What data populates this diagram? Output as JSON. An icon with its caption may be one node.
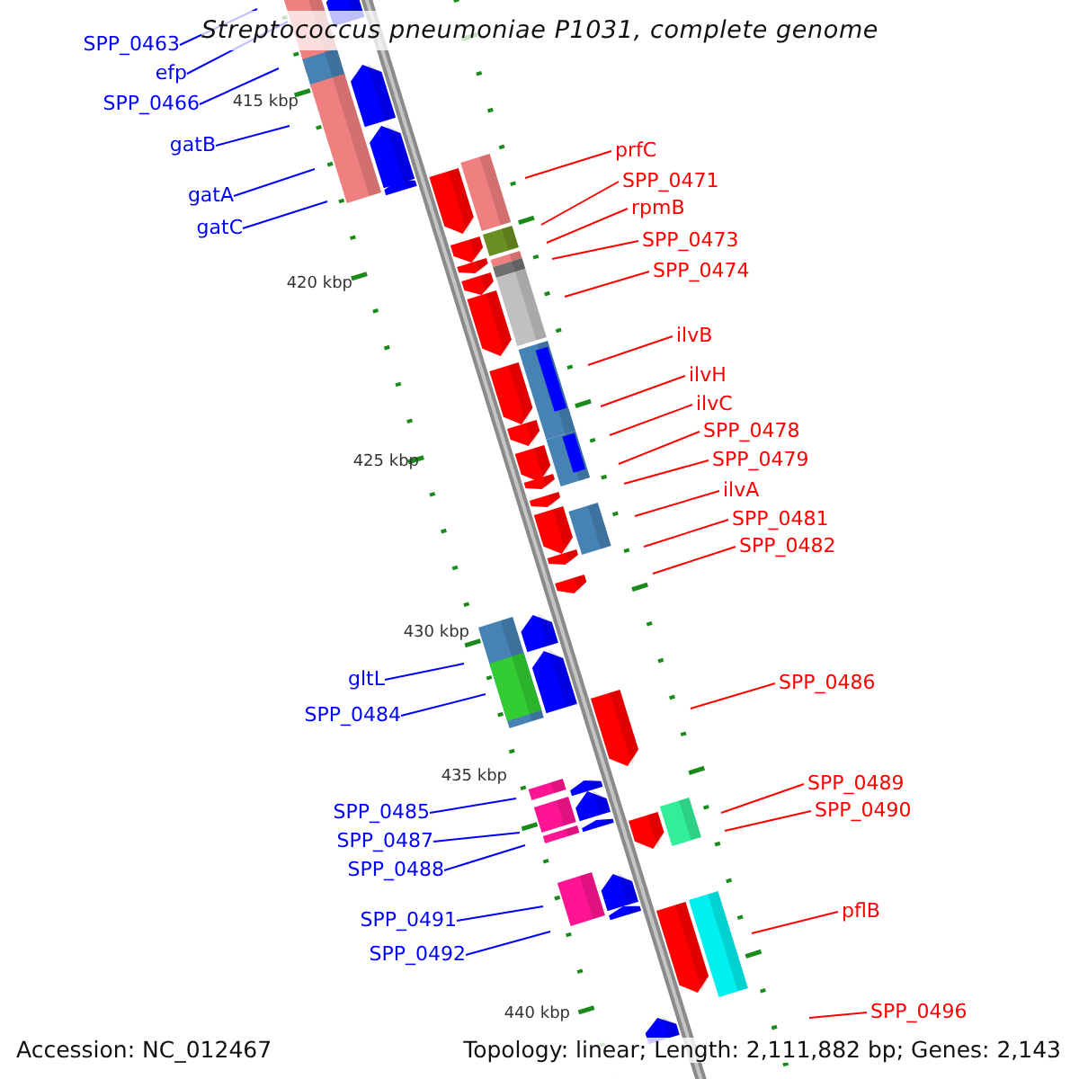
{
  "diagram": {
    "title": "Streptococcus pneumoniae P1031, complete genome",
    "nodes": [
      {
        "text": [
          "SPP_0463"
        ]
      },
      {
        "text": [
          "efp"
        ]
      },
      {
        "text": [
          "SPP_0466"
        ]
      },
      {
        "text": [
          "gatB"
        ]
      },
      {
        "text": [
          "gatA"
        ]
      },
      {
        "text": [
          "gatC"
        ]
      },
      {
        "text": [
          "gltL"
        ]
      },
      {
        "text": [
          "SPP_0484"
        ]
      },
      {
        "text": [
          "SPP_0485"
        ]
      },
      {
        "text": [
          "SPP_0487"
        ]
      },
      {
        "text": [
          "SPP_0488"
        ]
      },
      {
        "text": [
          "SPP_0491"
        ]
      },
      {
        "text": [
          "SPP_0492"
        ]
      },
      {
        "text": [
          "prfC"
        ]
      },
      {
        "text": [
          "SPP_0471"
        ]
      },
      {
        "text": [
          "rpmB"
        ]
      },
      {
        "text": [
          "SPP_0473"
        ]
      },
      {
        "text": [
          "SPP_0474"
        ]
      },
      {
        "text": [
          "ilvB"
        ]
      },
      {
        "text": [
          "ilvH"
        ]
      },
      {
        "text": [
          "ilvC"
        ]
      },
      {
        "text": [
          "SPP_0478"
        ]
      },
      {
        "text": [
          "SPP_0479"
        ]
      },
      {
        "text": [
          "ilvA"
        ]
      },
      {
        "text": [
          "SPP_0481"
        ]
      },
      {
        "text": [
          "SPP_0482"
        ]
      },
      {
        "text": [
          "SPP_0486"
        ]
      },
      {
        "text": [
          "SPP_0489"
        ]
      },
      {
        "text": [
          "SPP_0490"
        ]
      },
      {
        "text": [
          "pflB"
        ]
      },
      {
        "text": [
          "SPP_0496"
        ]
      }
    ],
    "edges": [
      {
        "from": 0,
        "to": null,
        "arrow": "none",
        "color": "#0000ff"
      },
      {
        "from": 1,
        "to": null,
        "arrow": "none",
        "color": "#0000ff"
      },
      {
        "from": 2,
        "to": null,
        "arrow": "none",
        "color": "#0000ff"
      },
      {
        "from": 3,
        "to": null,
        "arrow": "none",
        "color": "#0000ff"
      },
      {
        "from": 4,
        "to": null,
        "arrow": "none",
        "color": "#0000ff"
      },
      {
        "from": 5,
        "to": null,
        "arrow": "none",
        "color": "#0000ff"
      },
      {
        "from": 6,
        "to": null,
        "arrow": "none",
        "color": "#0000ff"
      },
      {
        "from": 7,
        "to": null,
        "arrow": "none",
        "color": "#0000ff"
      },
      {
        "from": 8,
        "to": null,
        "arrow": "none",
        "color": "#0000ff"
      },
      {
        "from": 9,
        "to": null,
        "arrow": "none",
        "color": "#0000ff"
      },
      {
        "from": 10,
        "to": null,
        "arrow": "none",
        "color": "#0000ff"
      },
      {
        "from": 11,
        "to": null,
        "arrow": "none",
        "color": "#0000ff"
      },
      {
        "from": 12,
        "to": null,
        "arrow": "none",
        "color": "#0000ff"
      },
      {
        "from": 13,
        "to": null,
        "arrow": "none"
      },
      {
        "from": 14,
        "to": null,
        "arrow": "none"
      },
      {
        "from": 15,
        "to": null,
        "arrow": "none"
      },
      {
        "from": 16,
        "to": null,
        "arrow": "none"
      },
      {
        "from": 17,
        "to": null,
        "arrow": "none"
      },
      {
        "from": 18,
        "to": null,
        "arrow": "none"
      },
      {
        "from": 19,
        "to": null,
        "arrow": "none"
      },
      {
        "from": 20,
        "to": null,
        "arrow": "none"
      },
      {
        "from": 21,
        "to": null,
        "arrow": "none"
      },
      {
        "from": 22,
        "to": null,
        "arrow": "none"
      },
      {
        "from": 23,
        "to": null,
        "arrow": "none"
      },
      {
        "from": 24,
        "to": null,
        "arrow": "none"
      },
      {
        "from": 25,
        "to": null,
        "arrow": "none"
      },
      {
        "from": 26,
        "to": null,
        "arrow": "none"
      },
      {
        "from": 27,
        "to": null,
        "arrow": "none"
      },
      {
        "from": 28,
        "to": null,
        "arrow": "none"
      },
      {
        "from": 29,
        "to": null,
        "arrow": "none"
      },
      {
        "from": 30,
        "to": null,
        "arrow": "none"
      }
    ],
    "labels": [
      "415 kbp",
      "420 kbp",
      "425 kbp",
      "430 kbp",
      "435 kbp",
      "440 kbp",
      "Accession: NC_012467",
      "Topology: linear; Length: 2,111,882 bp; Genes: 2,143"
    ]
  }
}
